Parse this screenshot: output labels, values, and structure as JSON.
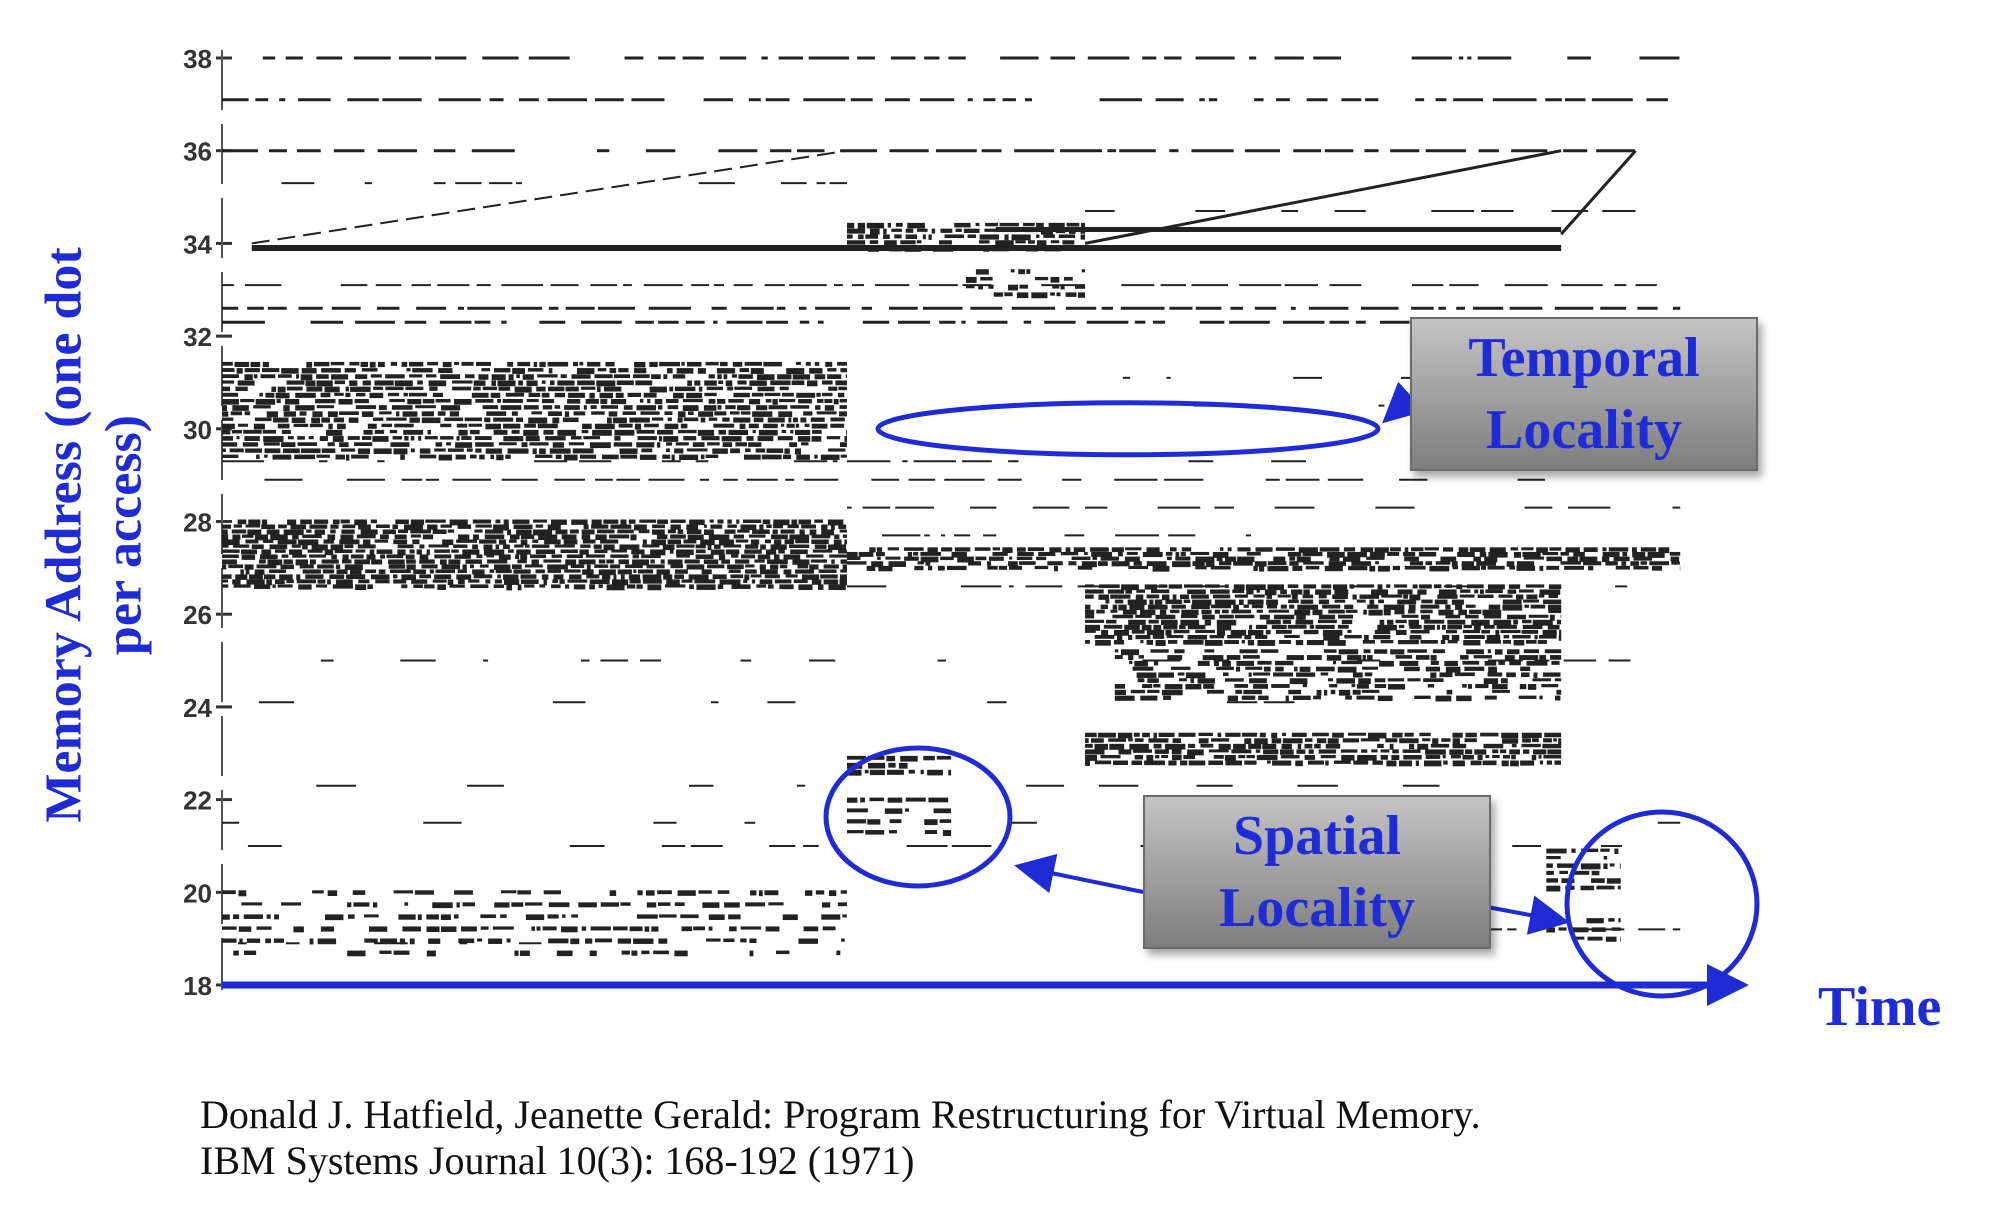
{
  "chart_data": {
    "type": "scatter",
    "title": "",
    "ylabel": "Memory Address (one dot per access)",
    "xlabel": "Time",
    "ylim": [
      18,
      38
    ],
    "yticks": [
      "18",
      "20",
      "22",
      "24",
      "26",
      "28",
      "30",
      "32",
      "34",
      "36",
      "38"
    ],
    "grid": false,
    "description_note": "",
    "annotations": [
      {
        "id": "temporal",
        "lines": [
          "Temporal",
          "Locality"
        ]
      },
      {
        "id": "spatial",
        "lines": [
          "Spatial",
          "Locality"
        ]
      }
    ]
  },
  "citation": {
    "line1": "Donald J. Hatfield, Jeanette Gerald: Program Restructuring for Virtual Memory.",
    "line2": "IBM Systems Journal 10(3): 168-192 (1971)"
  },
  "colors": {
    "accent": "#1f2cd6",
    "ink": "#222222",
    "callout_bg": "#9a9a9a"
  }
}
